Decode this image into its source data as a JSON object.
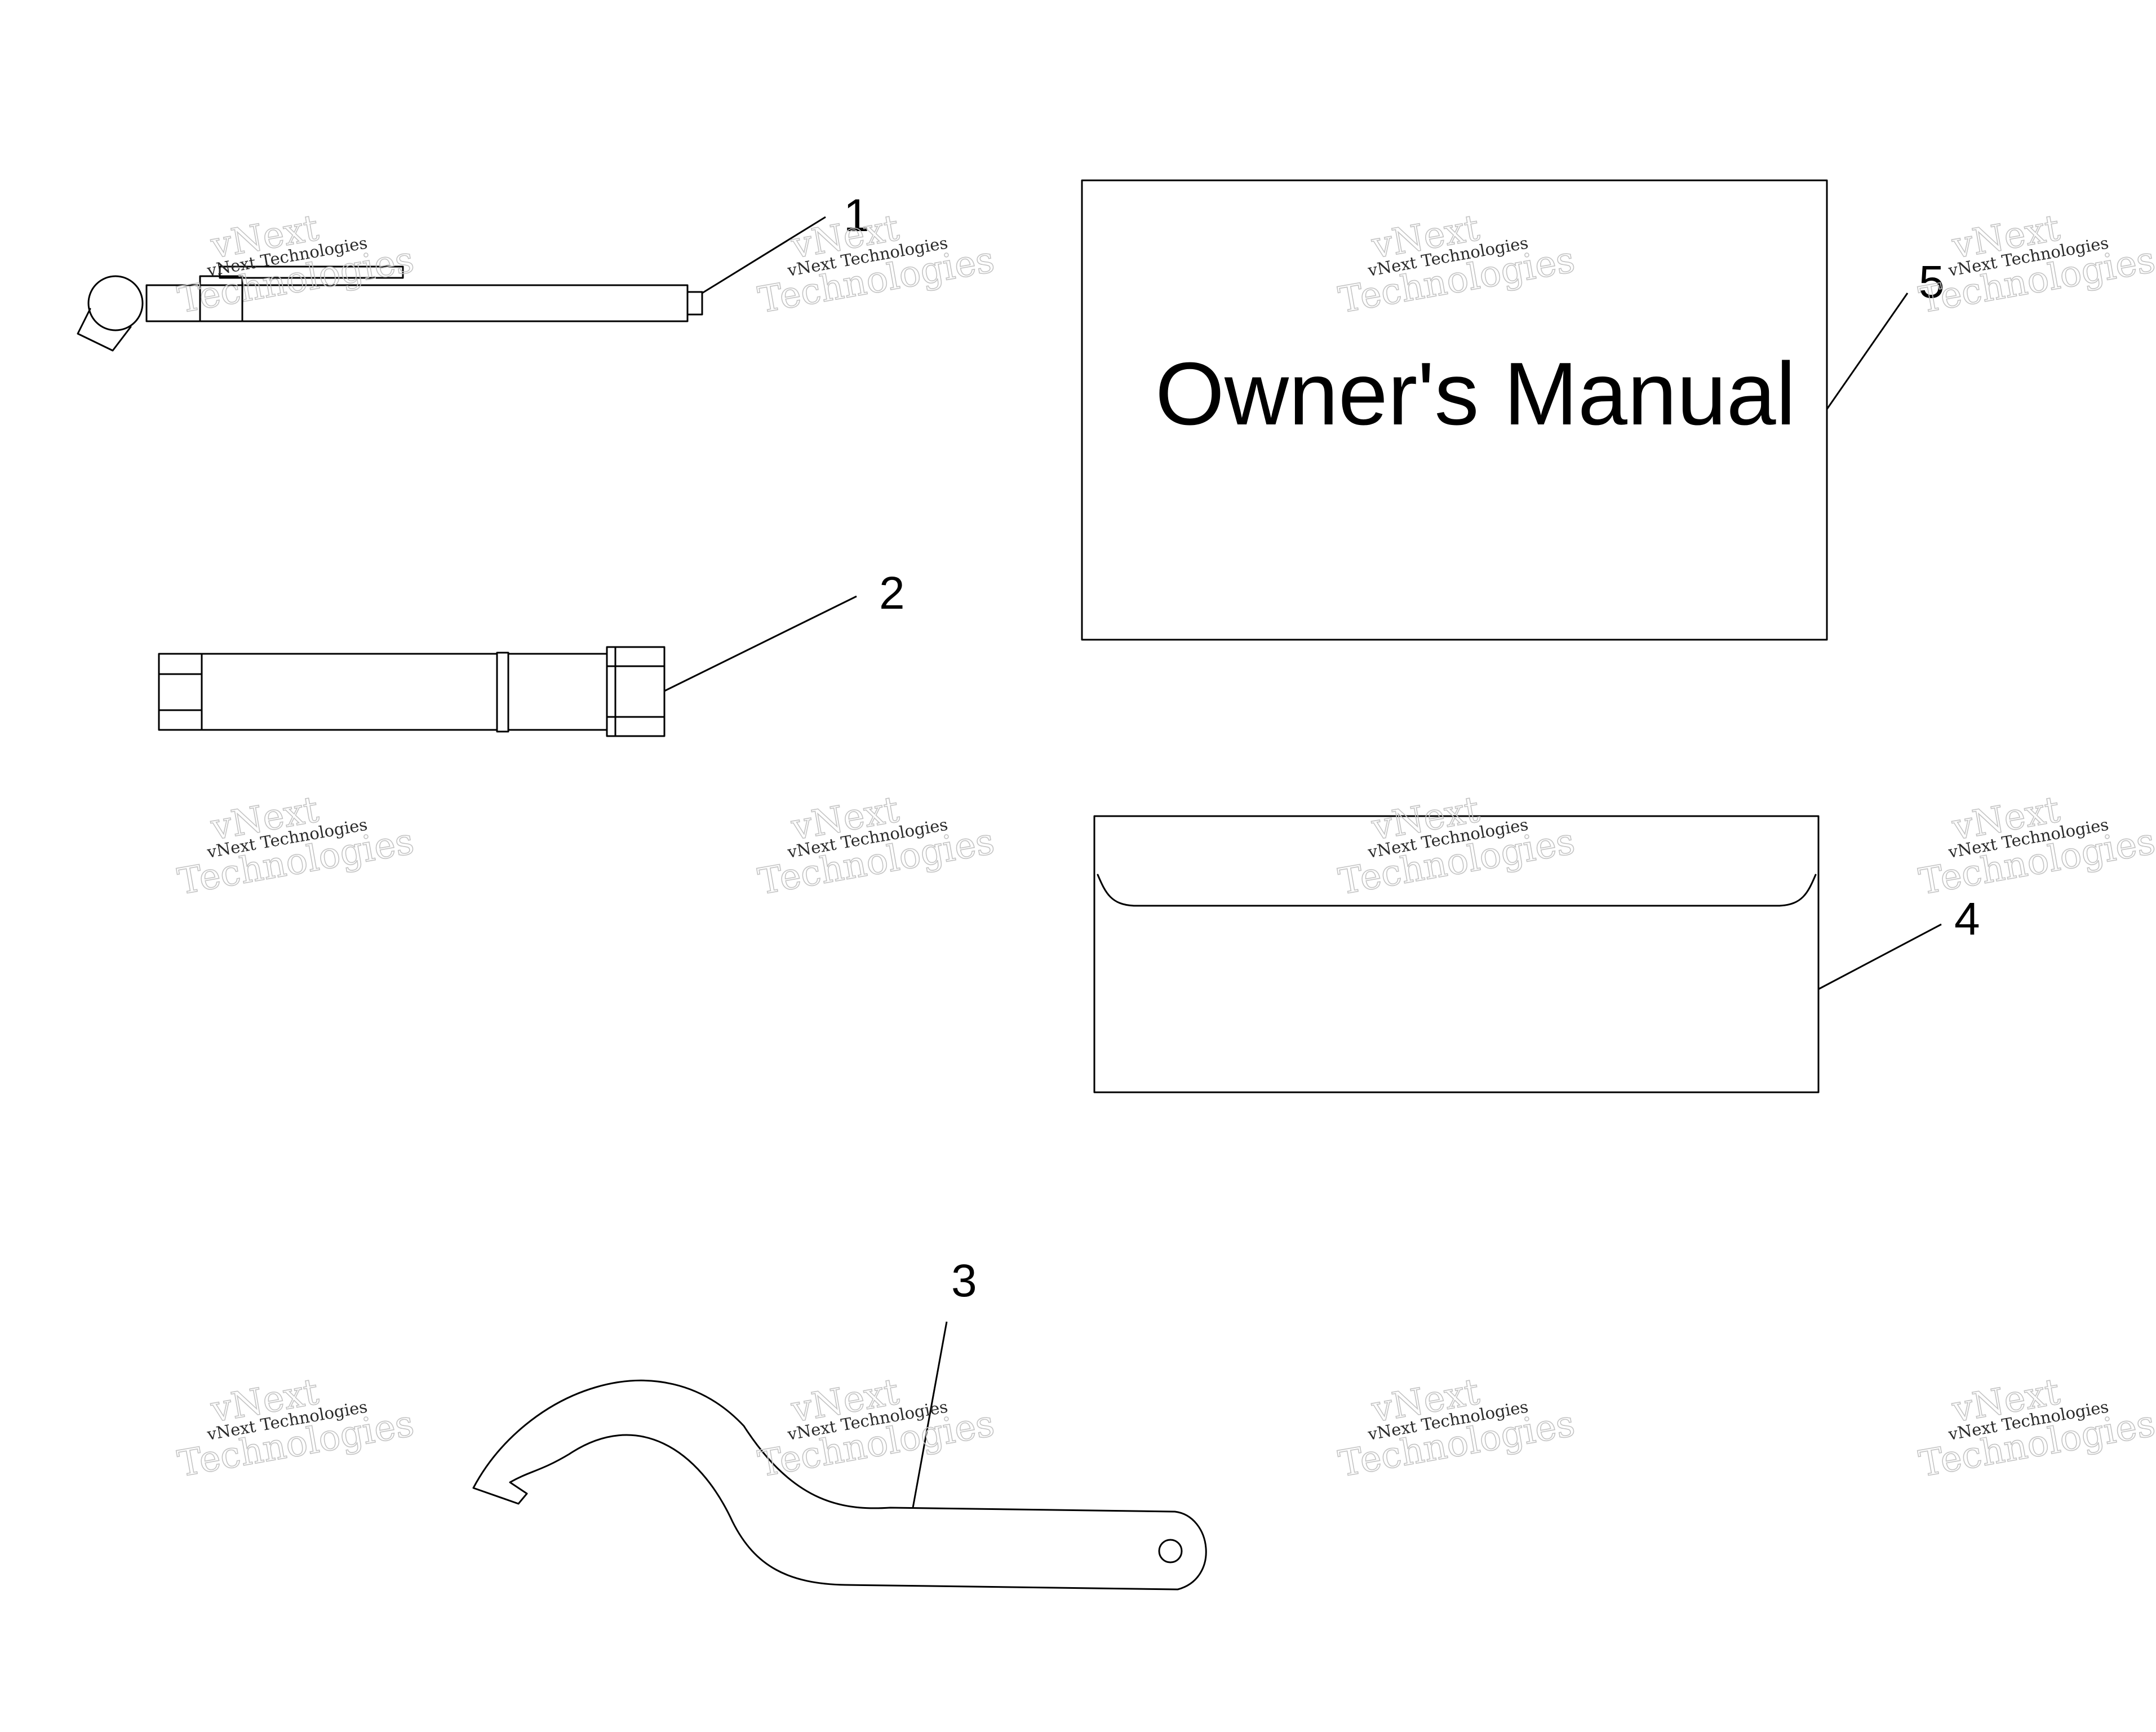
{
  "callouts": {
    "c1": "1",
    "c2": "2",
    "c3": "3",
    "c4": "4",
    "c5": "5"
  },
  "manual": {
    "title": "Owner's Manual"
  },
  "watermark": {
    "line1": "vNext Technologies",
    "outline_top": "vNext",
    "outline_bottom": "Technologies"
  },
  "parts": [
    {
      "callout": "1",
      "icon": "tire-pressure-gauge-icon"
    },
    {
      "callout": "2",
      "icon": "socket-extension-icon"
    },
    {
      "callout": "3",
      "icon": "spanner-wrench-icon"
    },
    {
      "callout": "4",
      "icon": "envelope-icon"
    },
    {
      "callout": "5",
      "icon": "owners-manual-book-icon"
    }
  ],
  "colors": {
    "line": "#000000",
    "background": "#ffffff",
    "watermark_outline": "#c4c4c4"
  }
}
